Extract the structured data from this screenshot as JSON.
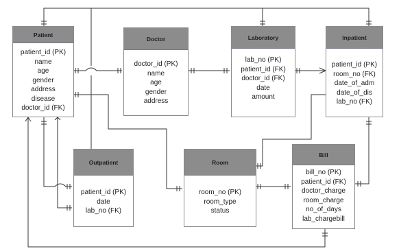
{
  "colors": {
    "header": "#8c8c8c",
    "border": "#8a8a8a",
    "line": "#333333"
  },
  "entities": {
    "patient": {
      "title": "Patient",
      "attributes": [
        "patient_id (PK)",
        "name",
        "age",
        "gender",
        "address",
        "disease",
        "doctor_id (FK)"
      ]
    },
    "doctor": {
      "title": "Doctor",
      "attributes": [
        "doctor_id (PK)",
        "name",
        "age",
        "gender",
        "address"
      ]
    },
    "laboratory": {
      "title": "Laboratory",
      "attributes": [
        "lab_no (PK)",
        "patient_id (FK)",
        "doctor_id (FK)",
        "date",
        "amount"
      ]
    },
    "inpatient": {
      "title": "Inpatient",
      "attributes": [
        "patient_id (PK)",
        "room_no (FK)",
        "date_of_adm",
        "date_of_dis",
        "lab_no (FK)"
      ]
    },
    "outpatient": {
      "title": "Outpatient",
      "attributes": [
        "patient_id (PK)",
        "date",
        "lab_no (FK)"
      ]
    },
    "room": {
      "title": "Room",
      "attributes": [
        "room_no (PK)",
        "room_type",
        "status"
      ]
    },
    "bill": {
      "title": "Bill",
      "attributes": [
        "bill_no (PK)",
        "patient_id (FK)",
        "doctor_charge",
        "room_charge",
        "no_of_days",
        "lab_chargebill"
      ]
    }
  }
}
